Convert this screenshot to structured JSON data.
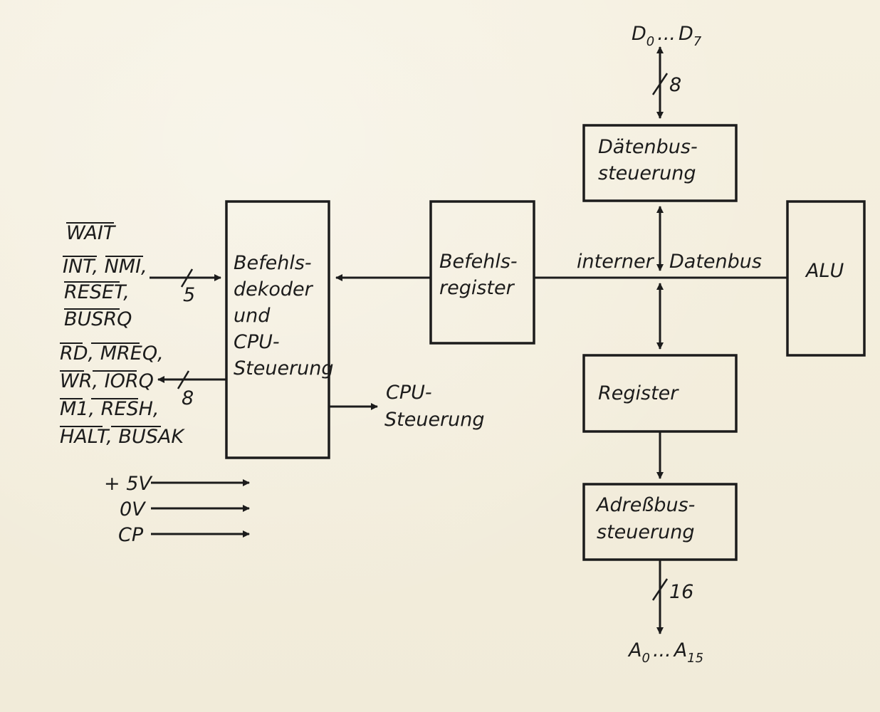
{
  "blocks": {
    "decoder": [
      "Befehls-",
      "dekoder",
      "und",
      "CPU-",
      "Steuerung"
    ],
    "instr_register": [
      "Befehls-",
      "register"
    ],
    "databus_ctrl": [
      "Dätenbus-",
      "steuerung"
    ],
    "alu": "ALU",
    "register": "Register",
    "addrbus_ctrl": [
      "Adreßbus-",
      "steuerung"
    ]
  },
  "bus_labels": {
    "internal_left": "interner",
    "internal_right": "Datenbus"
  },
  "data_bus": {
    "start": "D",
    "start_sub": "0",
    "dots": "...",
    "end": "D",
    "end_sub": "7",
    "width": "8"
  },
  "address_bus": {
    "start": "A",
    "start_sub": "0",
    "dots": "...",
    "end": "A",
    "end_sub": "15",
    "width": "16"
  },
  "inputs": {
    "lines": [
      "WAIT",
      "INT, NMI,",
      "RESET,",
      "BUSRQ"
    ],
    "width": "5"
  },
  "outputs": {
    "lines": [
      "RD, MREQ,",
      "WR, IORQ",
      "M1, RESH,",
      "HALT, BUSAK"
    ],
    "width": "8"
  },
  "cpu_output": [
    "CPU-",
    "Steuerung"
  ],
  "power": [
    "+ 5V",
    "0V",
    "CP"
  ]
}
